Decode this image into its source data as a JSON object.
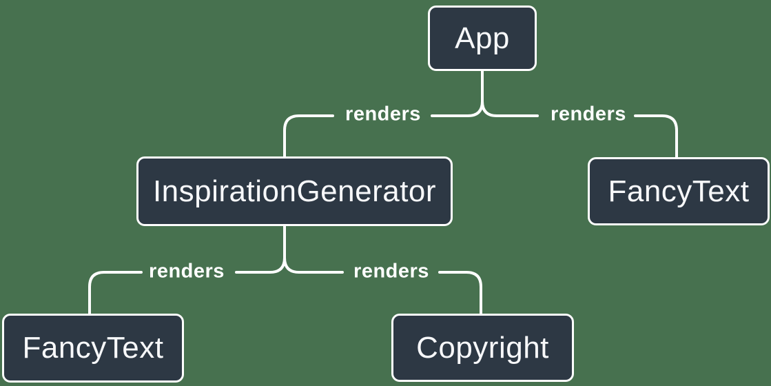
{
  "diagram": {
    "type": "component-render-tree",
    "colors": {
      "background": "#47714F",
      "node_fill": "#2D3844",
      "node_border": "#FFFFFF",
      "line": "#FFFFFF",
      "text": "#F7F8FA"
    },
    "nodes": [
      {
        "id": "app",
        "label": "App"
      },
      {
        "id": "inspiration-generator",
        "label": "InspirationGenerator"
      },
      {
        "id": "fancy-text-right",
        "label": "FancyText"
      },
      {
        "id": "fancy-text-left",
        "label": "FancyText"
      },
      {
        "id": "copyright",
        "label": "Copyright"
      }
    ],
    "edges": [
      {
        "source": "app",
        "target": "inspiration-generator",
        "label": "renders"
      },
      {
        "source": "app",
        "target": "fancy-text-right",
        "label": "renders"
      },
      {
        "source": "inspiration-generator",
        "target": "fancy-text-left",
        "label": "renders"
      },
      {
        "source": "inspiration-generator",
        "target": "copyright",
        "label": "renders"
      }
    ]
  }
}
